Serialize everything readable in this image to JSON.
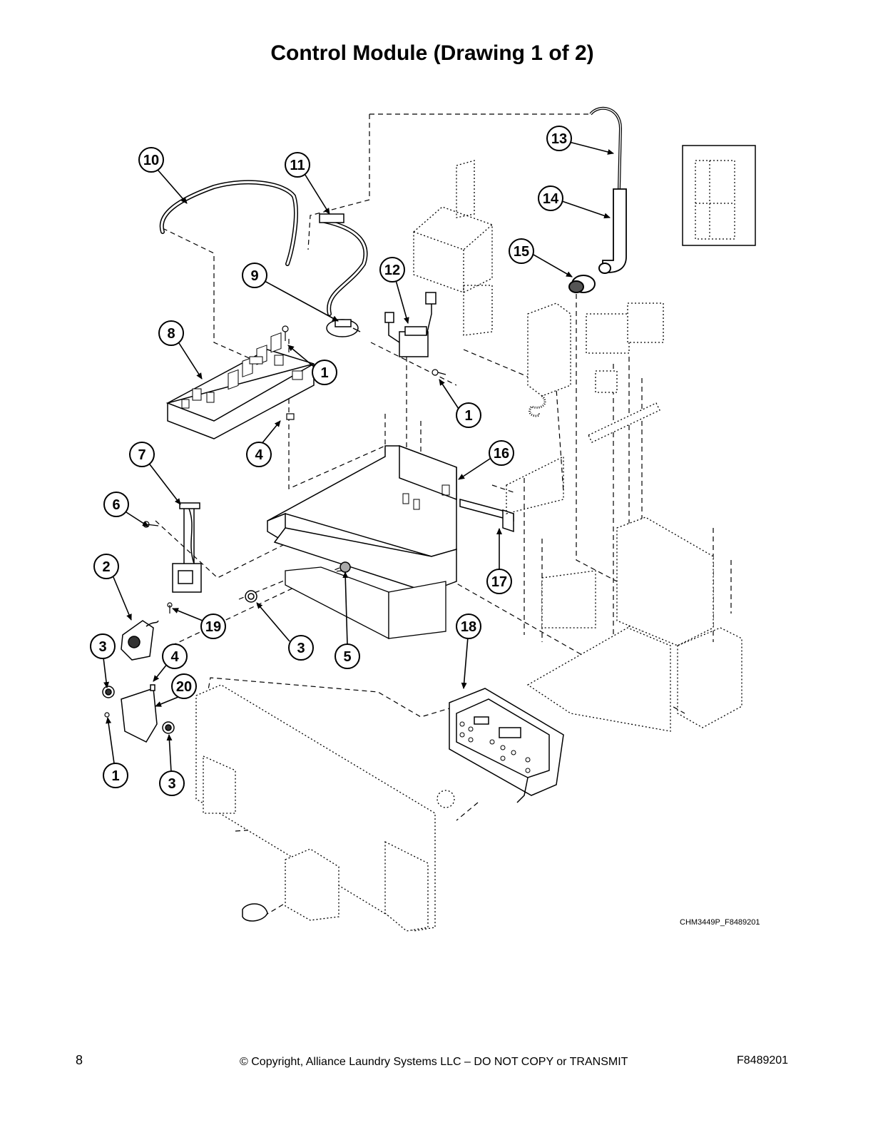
{
  "page": {
    "title": "Control Module (Drawing 1 of 2)",
    "page_number": "8",
    "copyright": "© Copyright, Alliance Laundry Systems LLC – DO NOT COPY or TRANSMIT",
    "document_code": "F8489201",
    "drawing_code": "CHM3449P_F8489201"
  },
  "callouts": [
    {
      "id": "c10",
      "label": "10"
    },
    {
      "id": "c11",
      "label": "11"
    },
    {
      "id": "c13",
      "label": "13"
    },
    {
      "id": "c14",
      "label": "14"
    },
    {
      "id": "c15",
      "label": "15"
    },
    {
      "id": "c9",
      "label": "9"
    },
    {
      "id": "c12",
      "label": "12"
    },
    {
      "id": "c8",
      "label": "8"
    },
    {
      "id": "c1a",
      "label": "1"
    },
    {
      "id": "c1b",
      "label": "1"
    },
    {
      "id": "c4a",
      "label": "4"
    },
    {
      "id": "c7",
      "label": "7"
    },
    {
      "id": "c16",
      "label": "16"
    },
    {
      "id": "c6",
      "label": "6"
    },
    {
      "id": "c17",
      "label": "17"
    },
    {
      "id": "c2",
      "label": "2"
    },
    {
      "id": "c19",
      "label": "19"
    },
    {
      "id": "c18",
      "label": "18"
    },
    {
      "id": "c3a",
      "label": "3"
    },
    {
      "id": "c3b",
      "label": "3"
    },
    {
      "id": "c5",
      "label": "5"
    },
    {
      "id": "c4b",
      "label": "4"
    },
    {
      "id": "c20",
      "label": "20"
    },
    {
      "id": "c1c",
      "label": "1"
    },
    {
      "id": "c3c",
      "label": "3"
    }
  ]
}
